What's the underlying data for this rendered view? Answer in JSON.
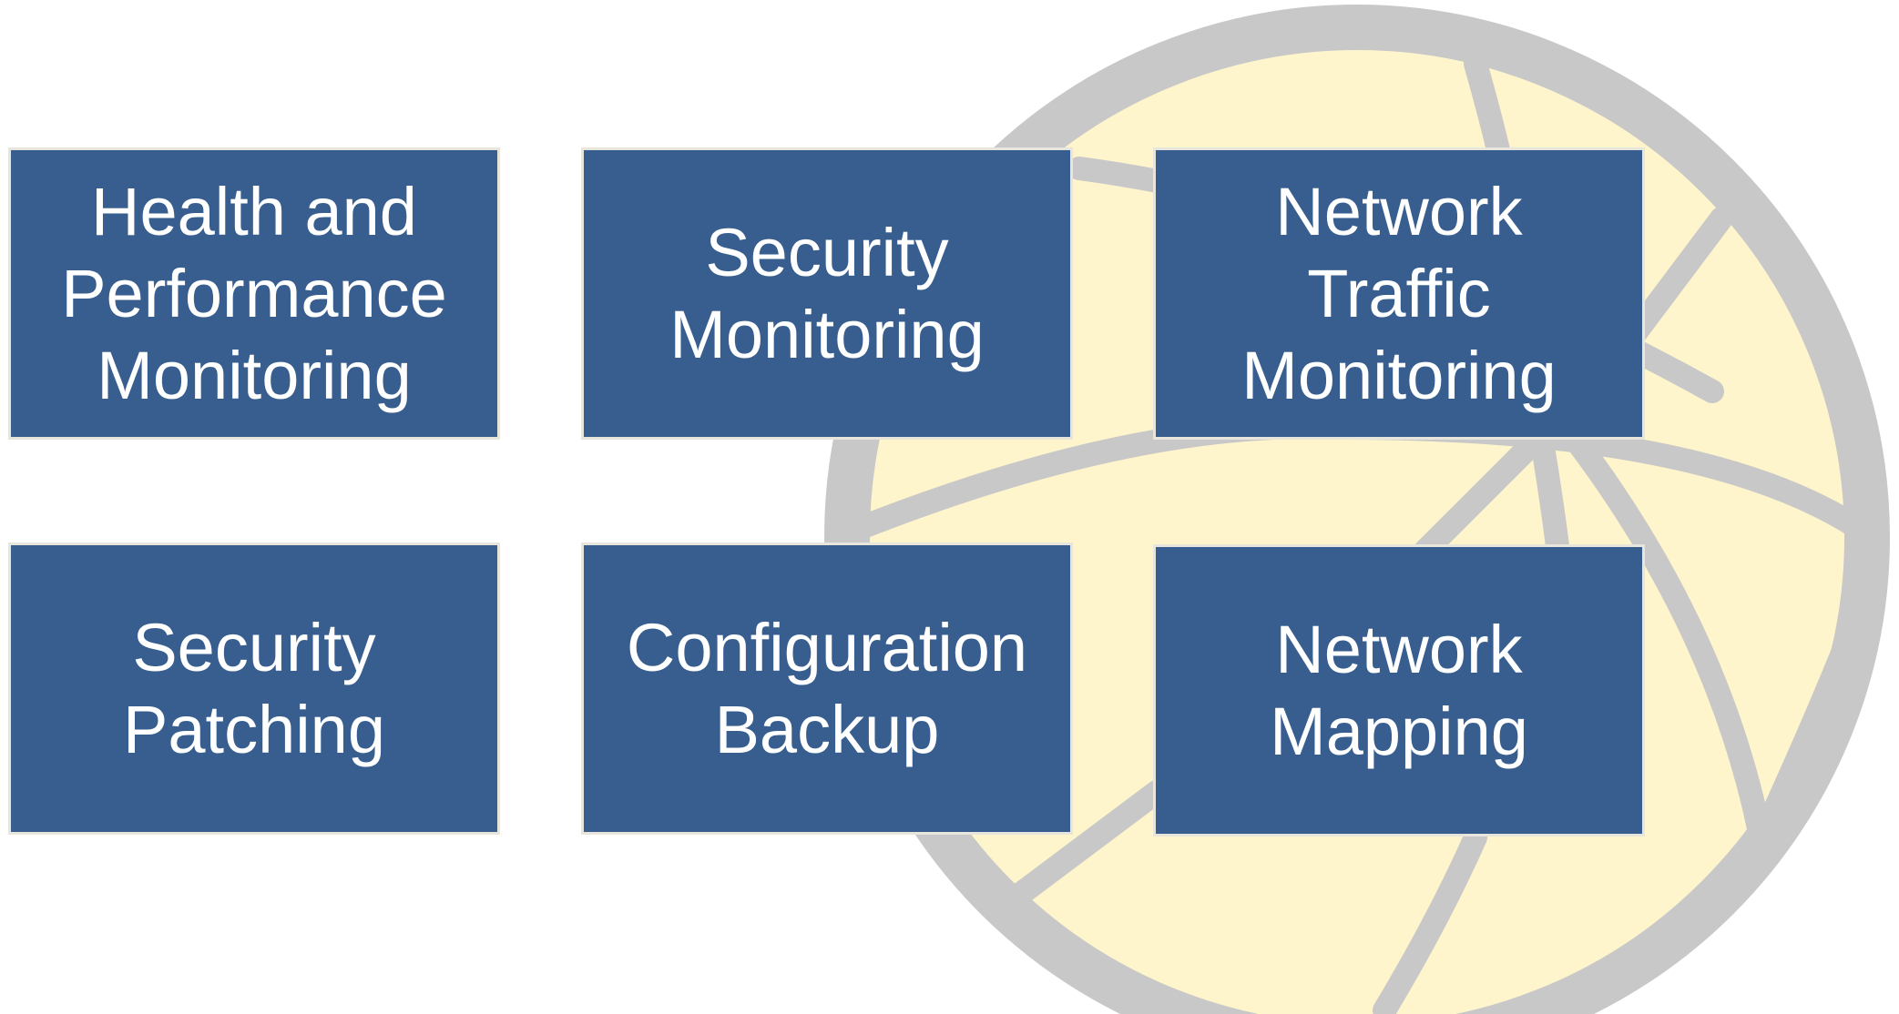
{
  "colors": {
    "box_fill": "#375e8f",
    "box_border": "#e7e5dc",
    "box_text": "#ffffff",
    "globe_fill": "#fff5cc",
    "globe_lines": "#c8c8c8"
  },
  "background_icon": "globe-network-icon",
  "boxes": [
    {
      "label": "Health and\nPerformance\nMonitoring"
    },
    {
      "label": "Security\nMonitoring"
    },
    {
      "label": "Network\nTraffic\nMonitoring"
    },
    {
      "label": "Security\nPatching"
    },
    {
      "label": "Configuration\nBackup"
    },
    {
      "label": "Network\nMapping"
    }
  ]
}
